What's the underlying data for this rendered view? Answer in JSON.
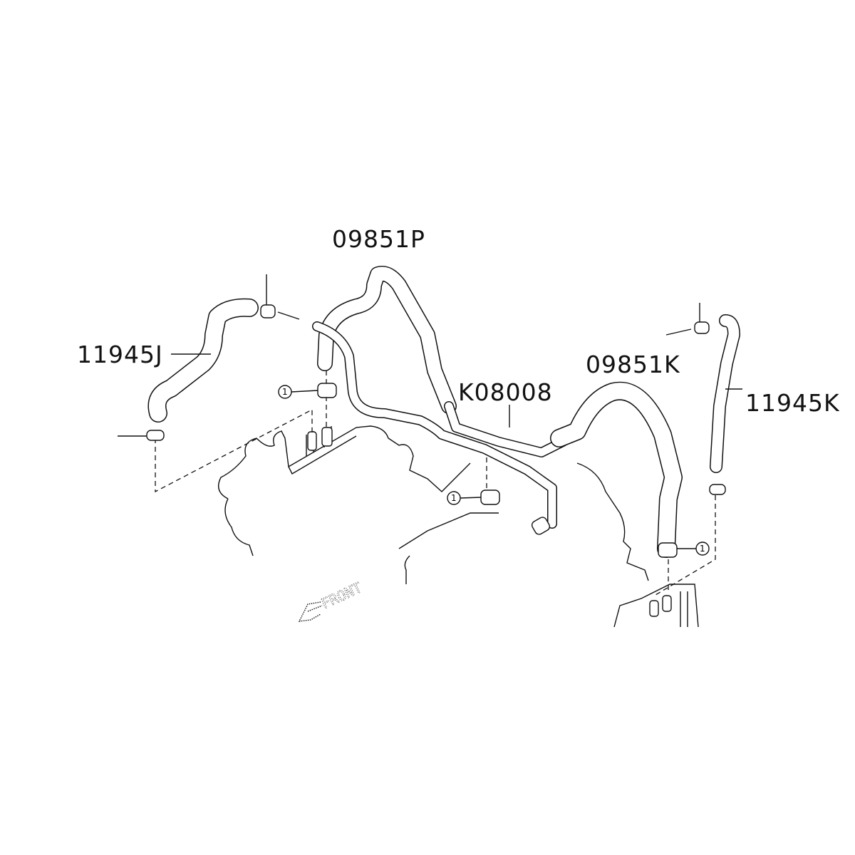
{
  "diagram": {
    "part_labels": {
      "hose_left": "11945J",
      "hose_top": "09851P",
      "pipe_center": "K08008",
      "hose_right": "09851K",
      "hose_far_right": "11945K"
    },
    "clamp_callout": "1",
    "direction_marker": "FRONT"
  }
}
